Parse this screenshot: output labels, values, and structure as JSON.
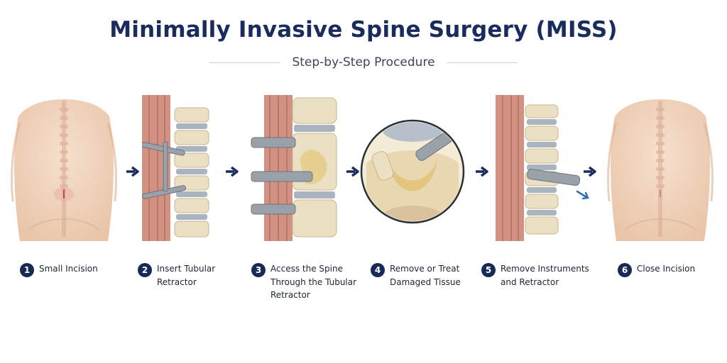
{
  "header": {
    "title": "Minimally Invasive Spine Surgery (MISS)",
    "subtitle": "Step-by-Step Procedure"
  },
  "steps": [
    {
      "number": "1",
      "label": "Small Incision"
    },
    {
      "number": "2",
      "label": "Insert Tubular\nRetractor"
    },
    {
      "number": "3",
      "label": "Access the Spine\nThrough the Tubular\nRetractor"
    },
    {
      "number": "4",
      "label": "Remove or Treat\nDamaged Tissue"
    },
    {
      "number": "5",
      "label": "Remove Instruments\nand Retractor"
    },
    {
      "number": "6",
      "label": "Close Incision"
    }
  ],
  "colors": {
    "title": "#1a2c5e",
    "badge": "#172a56",
    "arrow": "#1a2c5e",
    "skin": "#f0d5bf",
    "bone": "#ece0c4",
    "disc": "#aab4be",
    "muscle": "#c97f6e",
    "steel": "#9aa1a8"
  }
}
